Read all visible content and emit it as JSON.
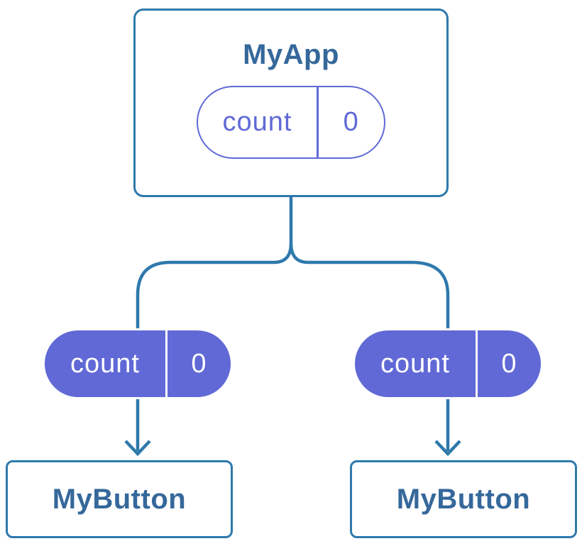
{
  "colors": {
    "line": "#2E79AC",
    "title-text": "#35689B",
    "purple": "#6069D6",
    "pill-text": "#FFFFFF",
    "surface": "#FFFFFF"
  },
  "root": {
    "title": "MyApp",
    "state": {
      "name": "count",
      "value": "0"
    }
  },
  "children": [
    {
      "title": "MyButton",
      "prop": {
        "name": "count",
        "value": "0"
      }
    },
    {
      "title": "MyButton",
      "prop": {
        "name": "count",
        "value": "0"
      }
    }
  ]
}
